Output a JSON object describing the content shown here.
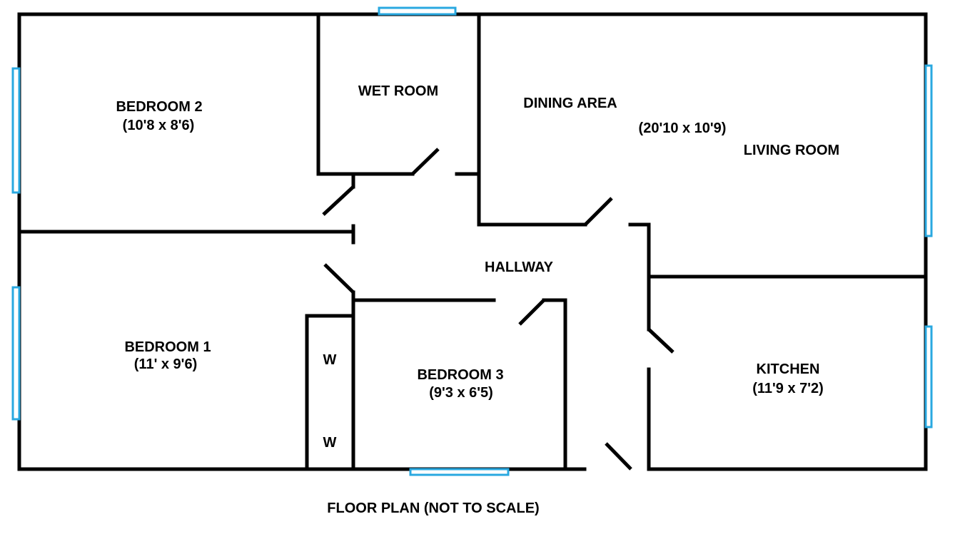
{
  "rooms": {
    "bedroom2": {
      "name": "BEDROOM 2",
      "dims": "(10'8 x 8'6)"
    },
    "wet_room": {
      "name": "WET ROOM"
    },
    "dining_area": {
      "name": "DINING AREA"
    },
    "living_room": {
      "name": "LIVING ROOM",
      "dims": "(20'10 x 10'9)"
    },
    "hallway": {
      "name": "HALLWAY"
    },
    "bedroom1": {
      "name": "BEDROOM 1",
      "dims": "(11' x 9'6)"
    },
    "wardrobe": {
      "top": "W",
      "bottom": "W"
    },
    "bedroom3": {
      "name": "BEDROOM 3",
      "dims": "(9'3 x 6'5)"
    },
    "kitchen": {
      "name": "KITCHEN",
      "dims": "(11'9 x 7'2)"
    }
  },
  "caption": "FLOOR PLAN (NOT TO SCALE)",
  "colors": {
    "wall": "#000000",
    "window": "#29a8e0",
    "background": "#ffffff"
  }
}
